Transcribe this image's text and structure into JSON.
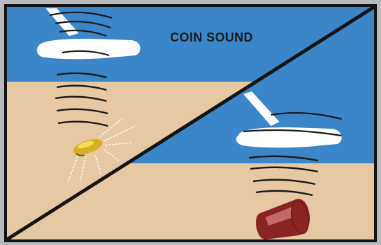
{
  "illustration": {
    "label": "COIN SOUND",
    "colors": {
      "frame": "#b8bbbe",
      "border": "#141414",
      "sky": "#3a86c9",
      "sand": "#e6c9a3",
      "sand_shadow": "#d7b88f",
      "detector_fill": "#ffffff",
      "signal_lines": "#1a1a1a",
      "coin": "#d6b021",
      "coin_highlight": "#f2de5a",
      "can": "#8a2424",
      "can_highlight": "#c26a6a",
      "sparkle": "#ffffff",
      "label_text": "#1a1a1a"
    },
    "panels": [
      {
        "name": "coin-panel",
        "target": "coin"
      },
      {
        "name": "can-panel",
        "target": "can"
      }
    ]
  }
}
